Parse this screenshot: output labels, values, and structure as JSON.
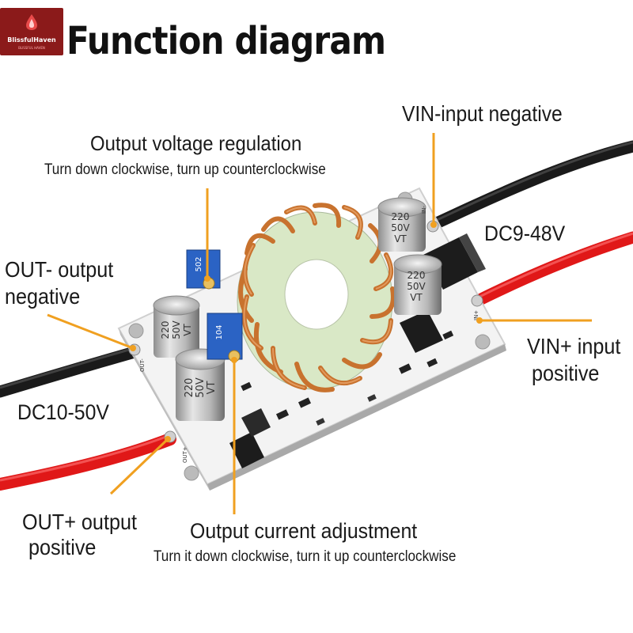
{
  "brand": {
    "name": "BlissfulHaven",
    "tagline": "BLISSFUL HAVEN"
  },
  "title": "Function diagram",
  "labels": {
    "output_voltage": {
      "title": "Output voltage regulation",
      "note": "Turn down clockwise, turn up counterclockwise"
    },
    "vin_negative": "VIN-input negative",
    "input_range": "DC9-48V",
    "out_negative": {
      "line1": "OUT- output",
      "line2": "negative"
    },
    "vin_positive": {
      "line1": "VIN+ input",
      "line2": "positive"
    },
    "output_range": "DC10-50V",
    "out_positive": {
      "line1": "OUT+ output",
      "line2": "positive"
    },
    "output_current": {
      "title": "Output current adjustment",
      "note": "Turn it down clockwise, turn it up counterclockwise"
    }
  },
  "board": {
    "capacitors": [
      {
        "line1": "220",
        "line2": "50V",
        "line3": "VT"
      },
      {
        "line1": "220",
        "line2": "50V",
        "line3": "VT"
      },
      {
        "line1": "220",
        "line2": "50V",
        "line3": "VT"
      },
      {
        "line1": "220",
        "line2": "50V",
        "line3": "VT"
      }
    ],
    "pot_top": "502",
    "pot_bottom": "104",
    "silk": {
      "in_minus": "IN-",
      "in_plus": "IN+",
      "out_minus": "OUT-",
      "out_plus": "OUT+"
    }
  },
  "colors": {
    "callout_line": "#f0a020",
    "board": "#f2f2f2",
    "wire_red": "#e01818",
    "wire_black": "#1a1a1a",
    "copper": "#c8722e",
    "core": "#d8e6c8",
    "pot": "#2b63c4"
  }
}
